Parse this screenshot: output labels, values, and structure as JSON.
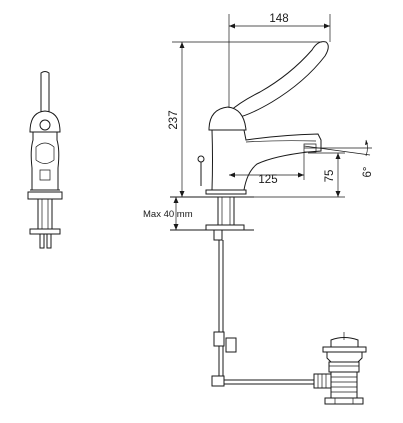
{
  "dimensions": {
    "width_total": "148",
    "height_total": "237",
    "spout_reach": "125",
    "spout_height": "75",
    "spout_angle": "6°",
    "max_thickness": "Max 40 mm"
  }
}
